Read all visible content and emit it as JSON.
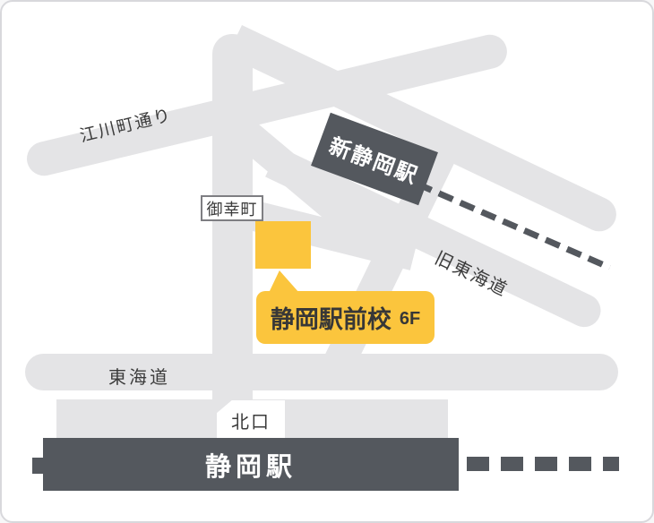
{
  "map": {
    "colors": {
      "road": "#e4e4e6",
      "dark": "#54585e",
      "yellow": "#fbc53d",
      "text": "#3b3b3b",
      "border": "#d8d8dc",
      "box_border": "#7e7e82"
    },
    "roads": {
      "egawacho_label": "江川町通り",
      "kyu_tokaido_label": "旧東海道",
      "tokaido_label": "東海道"
    },
    "stations": {
      "shin_shizuoka": "新静岡駅",
      "shizuoka": "静岡駅"
    },
    "landmarks": {
      "miyukicho": "御幸町",
      "north_exit": "北口"
    },
    "destination": {
      "name": "静岡駅前校",
      "floor": "6F"
    }
  }
}
